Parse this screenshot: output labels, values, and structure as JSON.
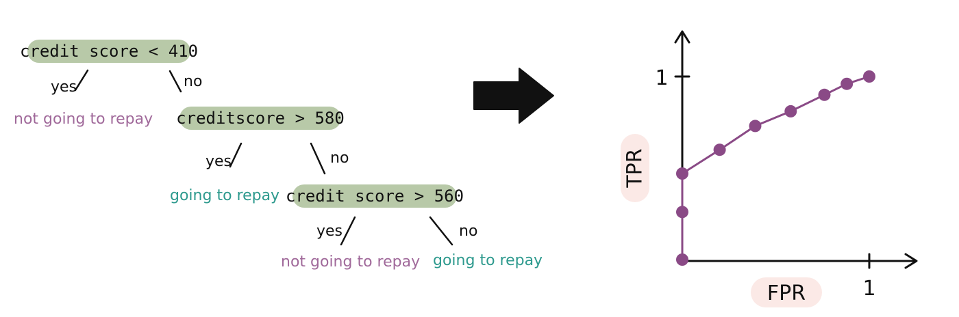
{
  "decision_tree": {
    "root": {
      "condition": "credit score < 410",
      "yes_label": "yes",
      "no_label": "no",
      "yes_leaf": "not going to repay"
    },
    "node2": {
      "condition": "creditscore > 580",
      "yes_label": "yes",
      "no_label": "no",
      "yes_leaf": "going to repay"
    },
    "node3": {
      "condition": "credit score > 560",
      "yes_label": "yes",
      "no_label": "no",
      "yes_leaf": "not going to repay",
      "no_leaf": "going to repay"
    }
  },
  "colors": {
    "node_fill": "#b8c9a8",
    "leaf_negative": "#a0699a",
    "leaf_positive": "#2e9a8e",
    "curve": "#8a4a86",
    "axis_label_bg": "#fbe9e6",
    "arrow": "#111111"
  },
  "chart_data": {
    "type": "line",
    "xlabel": "FPR",
    "ylabel": "TPR",
    "xlim": [
      0,
      1
    ],
    "ylim": [
      0,
      1
    ],
    "xticks": [
      "1"
    ],
    "yticks": [
      "1"
    ],
    "series": [
      {
        "x": [
          0,
          0,
          0,
          0.2,
          0.39,
          0.58,
          0.76,
          0.88,
          1.0
        ],
        "y": [
          0,
          0.26,
          0.47,
          0.6,
          0.73,
          0.81,
          0.9,
          0.96,
          1.0
        ]
      }
    ]
  }
}
